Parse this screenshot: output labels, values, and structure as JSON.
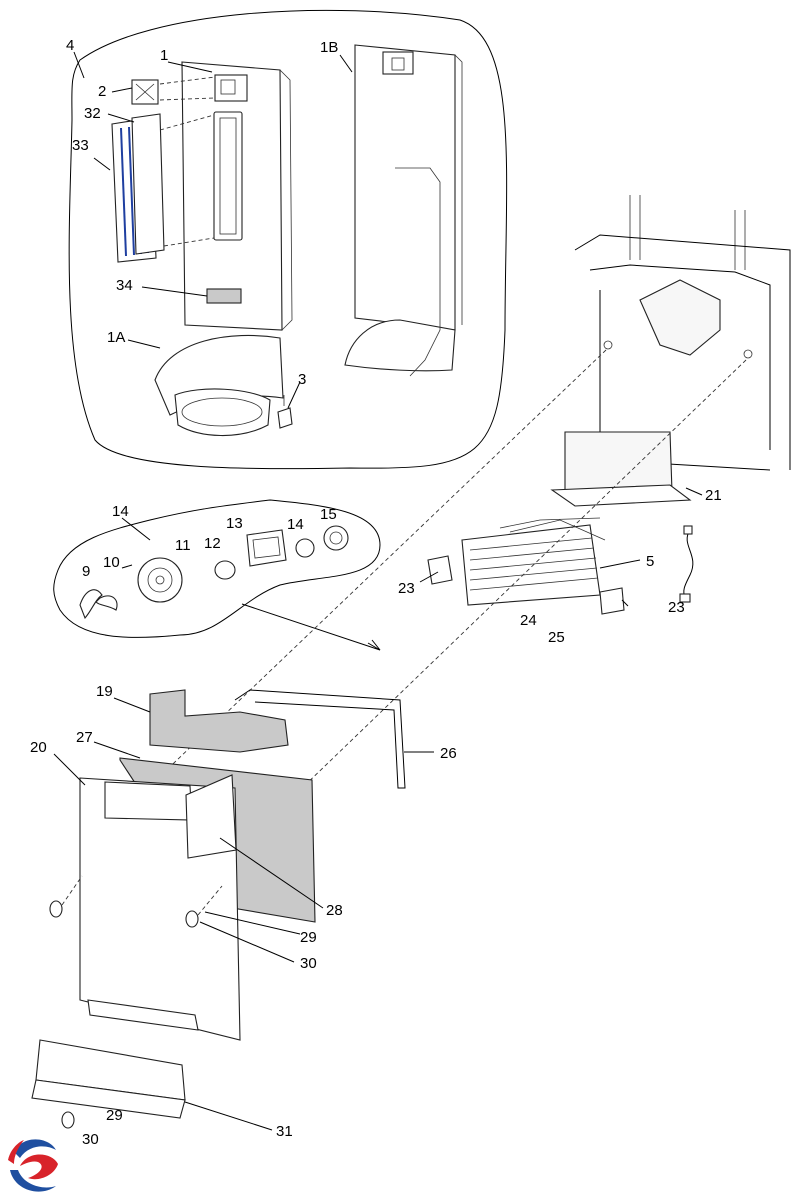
{
  "callouts": {
    "c4": "4",
    "c1": "1",
    "c1b": "1B",
    "c2": "2",
    "c32": "32",
    "c33": "33",
    "c34": "34",
    "c1a": "1A",
    "c3": "3",
    "c21": "21",
    "c14a": "14",
    "c13": "13",
    "c14b": "14",
    "c15": "15",
    "c12": "12",
    "c11": "11",
    "c10": "10",
    "c9": "9",
    "c5": "5",
    "c23a": "23",
    "c23b": "23",
    "c24": "24",
    "c25": "25",
    "c19": "19",
    "c27": "27",
    "c26": "26",
    "c20": "20",
    "c28": "28",
    "c29a": "29",
    "c30a": "30",
    "c29b": "29",
    "c30b": "30",
    "c31": "31"
  },
  "logo": {
    "colors": [
      "#1f4fa0",
      "#d8232a"
    ]
  }
}
